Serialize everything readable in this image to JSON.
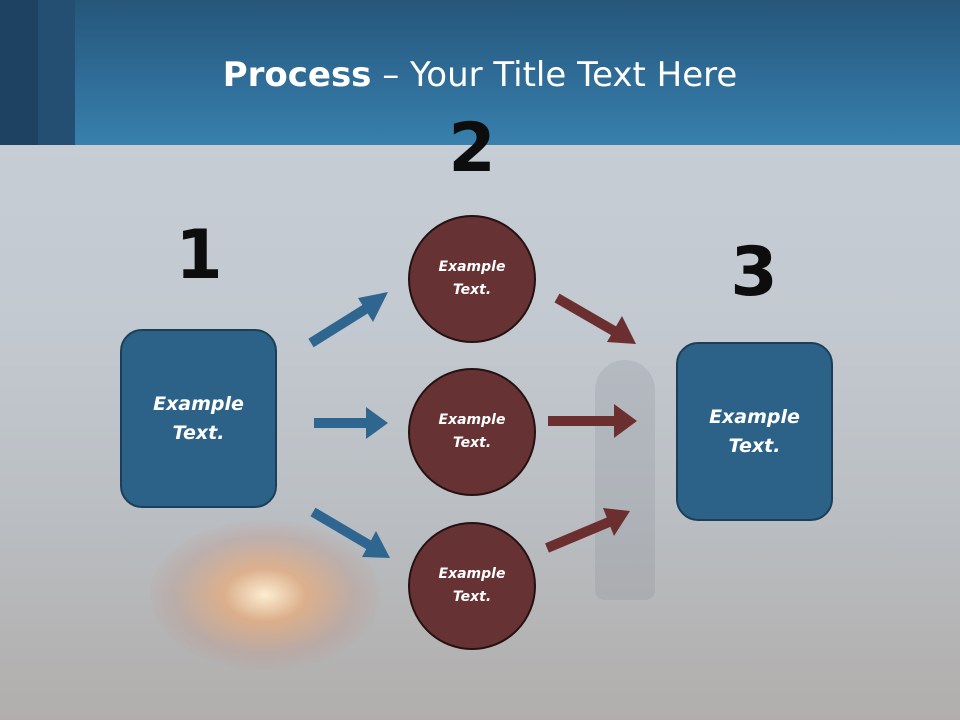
{
  "title": {
    "bold": "Process",
    "rest": " – Your Title Text Here"
  },
  "numbers": [
    "1",
    "2",
    "3"
  ],
  "left_box": {
    "text": "Example Text."
  },
  "circles": [
    {
      "text": "Example Text."
    },
    {
      "text": "Example Text."
    },
    {
      "text": "Example Text."
    }
  ],
  "right_box": {
    "text": "Example Text."
  },
  "colors": {
    "header": "#2f6d98",
    "box": "#2c6288",
    "circle": "#673234",
    "arrow_blue": "#2f6690",
    "arrow_red": "#6b2f2f"
  }
}
